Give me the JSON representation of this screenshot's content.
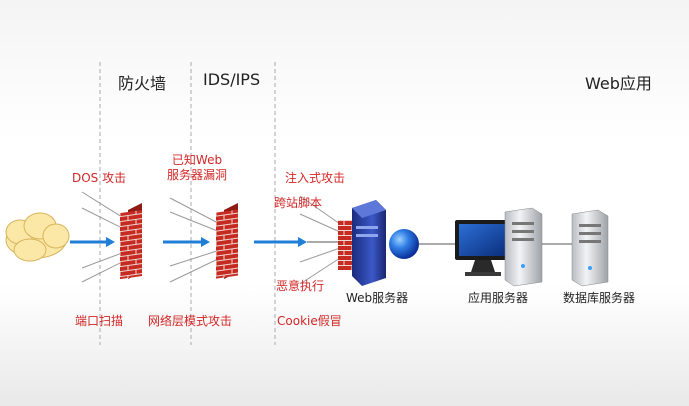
{
  "headers": {
    "firewall": "防火墙",
    "ids_ips": "IDS/IPS",
    "web_app": "Web应用"
  },
  "attacks": {
    "dos": "DOS 攻击",
    "port_scan": "端口扫描",
    "known_web_vuln_line1": "已知Web",
    "known_web_vuln_line2": "服务器漏洞",
    "network_layer": "网络层模式攻击",
    "injection": "注入式攻击",
    "xss": "跨站脚本",
    "malicious_exec": "恶意执行",
    "cookie_spoof": "Cookie假冒"
  },
  "devices": {
    "web_server": "Web服务器",
    "app_server": "应用服务器",
    "db_server": "数据库服务器"
  },
  "icons": {
    "internet": "cloud-icon",
    "firewall": "brick-wall-icon",
    "server": "server-tower-icon",
    "monitor": "monitor-icon"
  },
  "colors": {
    "flow_arrow": "#1f7fd6",
    "attack_text": "#d32626",
    "brick": "#c62b22",
    "divider": "#aaaaaa"
  }
}
